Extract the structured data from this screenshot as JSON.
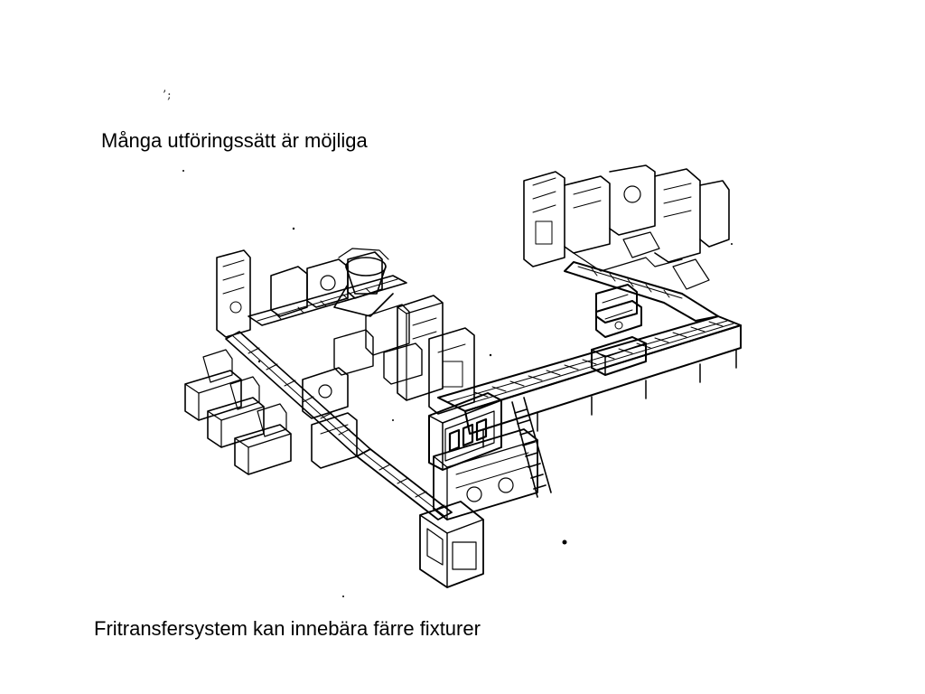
{
  "slide": {
    "scan_mark": "’;",
    "caption_top": "Många utföringssätt är möjliga",
    "caption_bottom": "Fritransfersystem kan innebära färre fixturer"
  },
  "illustration": {
    "subject": "transfer line of machine stations with conveyors",
    "colors": {
      "ink": "#000000",
      "paper": "#ffffff"
    }
  }
}
